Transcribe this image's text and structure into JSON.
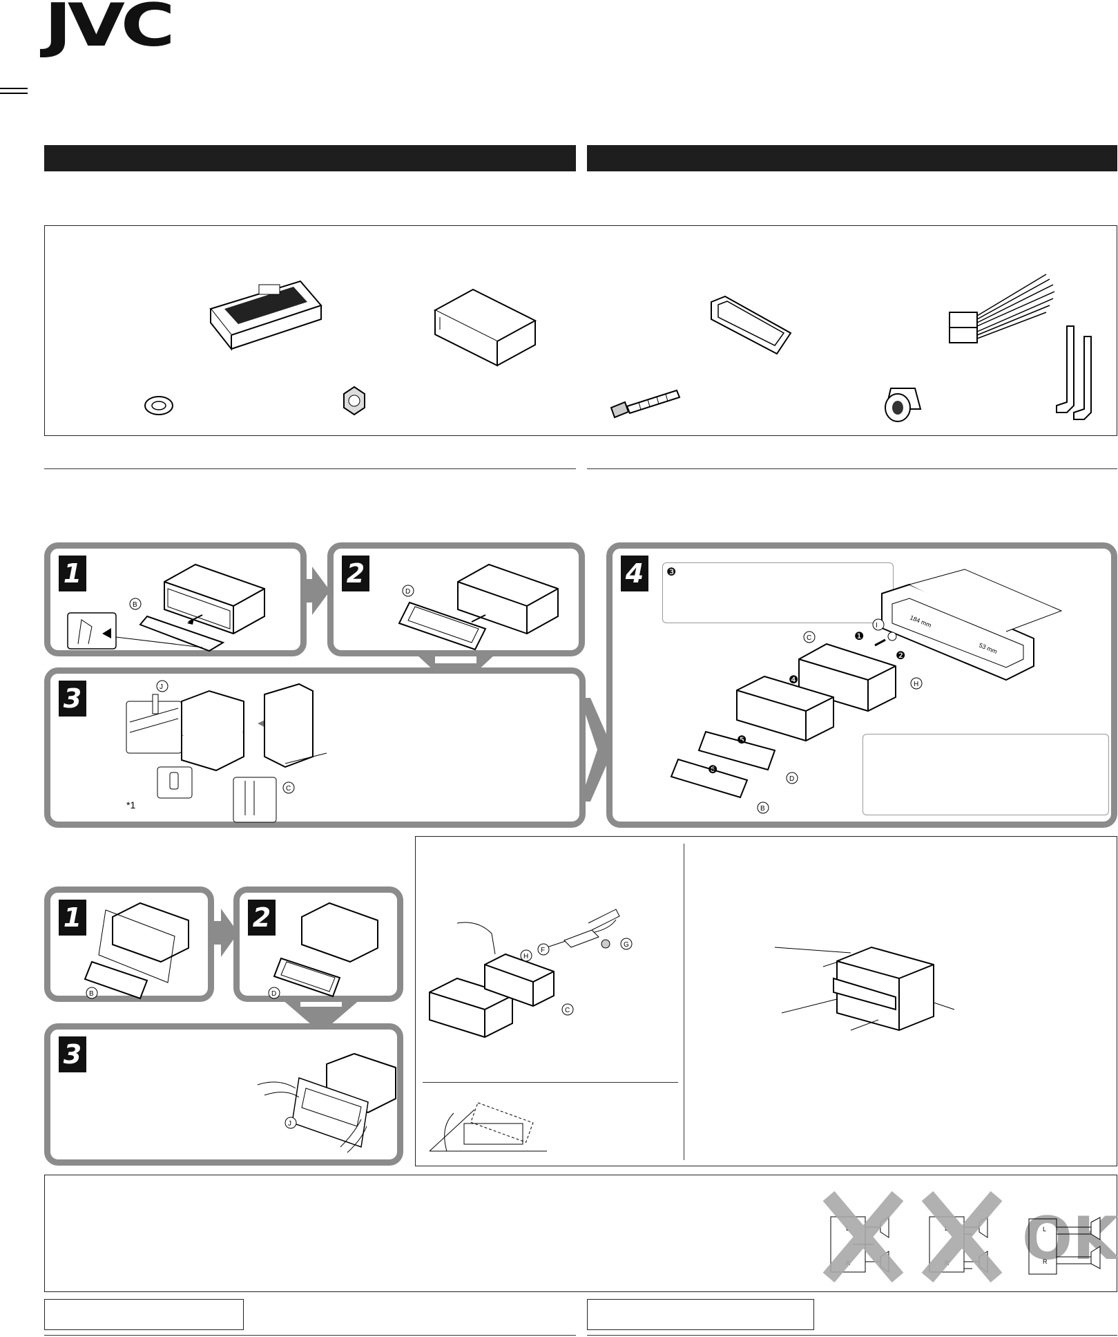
{
  "brand": {
    "logo_text": "JVC"
  },
  "steps": {
    "top_left": {
      "s1": "1",
      "s2": "2",
      "s3": "3",
      "s4": "4"
    },
    "bottom_left": {
      "s1": "1",
      "s2": "2",
      "s3": "3"
    }
  },
  "callouts": {
    "circled_three": "❸",
    "step_numbers": [
      "❶",
      "❷",
      "❹",
      "❺",
      "❻"
    ]
  },
  "labels": {
    "B": "B",
    "C": "C",
    "D": "D",
    "F": "F",
    "G": "G",
    "H": "H",
    "I": "I",
    "J": "J",
    "star1": "*1",
    "dim_width": "184 mm",
    "dim_height": "53 mm"
  },
  "speaker_diagram": {
    "L": "L",
    "R": "R",
    "ok_text": "OK"
  }
}
